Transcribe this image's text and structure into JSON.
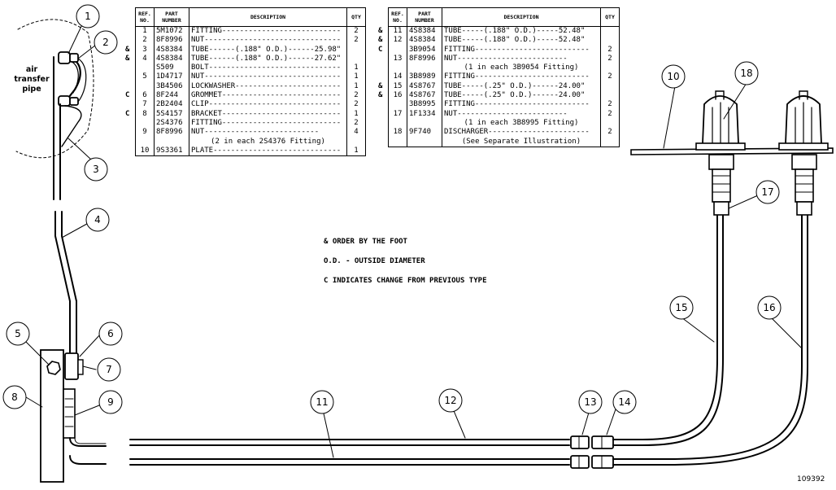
{
  "figure_number": "109392",
  "air_label": [
    "air",
    "transfer",
    "pipe"
  ],
  "table_headers": {
    "ref": "REF. NO.",
    "part": "PART NUMBER",
    "desc": "DESCRIPTION",
    "qty": "QTY"
  },
  "left_table": [
    {
      "mark": "",
      "ref": "1",
      "part": "5M1072",
      "desc": "FITTING---------------------------",
      "qty": "2"
    },
    {
      "mark": "",
      "ref": "2",
      "part": "8F8996",
      "desc": "NUT-------------------------------",
      "qty": "2"
    },
    {
      "mark": "&",
      "ref": "3",
      "part": "4S8384",
      "desc": "TUBE------(.188\" O.D.)------25.98\"",
      "qty": ""
    },
    {
      "mark": "&",
      "ref": "4",
      "part": "4S8384",
      "desc": "TUBE------(.188\" O.D.)------27.62\"",
      "qty": ""
    },
    {
      "mark": "",
      "ref": "",
      "part": "S509",
      "desc": "BOLT------------------------------",
      "qty": "1"
    },
    {
      "mark": "",
      "ref": "5",
      "part": "1D4717",
      "desc": "NUT-------------------------------",
      "qty": "1"
    },
    {
      "mark": "",
      "ref": "",
      "part": "3B4506",
      "desc": "LOCKWASHER------------------------",
      "qty": "1"
    },
    {
      "mark": "C",
      "ref": "6",
      "part": "8F244",
      "desc": "GROMMET---------------------------",
      "qty": "2"
    },
    {
      "mark": "",
      "ref": "7",
      "part": "2B2404",
      "desc": "CLIP------------------------------",
      "qty": "2"
    },
    {
      "mark": "C",
      "ref": "8",
      "part": "5S4157",
      "desc": "BRACKET---------------------------",
      "qty": "1"
    },
    {
      "mark": "",
      "ref": "",
      "part": "2S4376",
      "desc": "FITTING---------------------------",
      "qty": "2"
    },
    {
      "mark": "",
      "ref": "9",
      "part": "8F8996",
      "desc": "     NUT--------------------------",
      "qty": "4"
    },
    {
      "mark": "",
      "ref": "",
      "part": "",
      "desc": "(2 in each 2S4376 Fitting)",
      "qty": ""
    },
    {
      "mark": "",
      "ref": "10",
      "part": "9S3361",
      "desc": "PLATE-----------------------------",
      "qty": "1"
    }
  ],
  "right_table": [
    {
      "mark": "&",
      "ref": "11",
      "part": "4S8384",
      "desc": "TUBE-----(.188\" O.D.)-----52.48\"",
      "qty": ""
    },
    {
      "mark": "&",
      "ref": "12",
      "part": "4S8384",
      "desc": "TUBE-----(.188\" O.D.)-----52.48\"",
      "qty": ""
    },
    {
      "mark": "C",
      "ref": "",
      "part": "3B9054",
      "desc": "FITTING--------------------------",
      "qty": "2"
    },
    {
      "mark": "",
      "ref": "13",
      "part": "8F8996",
      "desc": "     NUT-------------------------",
      "qty": "2"
    },
    {
      "mark": "",
      "ref": "",
      "part": "",
      "desc": "(1 in each 3B9054 Fitting)",
      "qty": ""
    },
    {
      "mark": "",
      "ref": "14",
      "part": "3B8989",
      "desc": "FITTING--------------------------",
      "qty": "2"
    },
    {
      "mark": "&",
      "ref": "15",
      "part": "4S8767",
      "desc": "TUBE-----(.25\" O.D.)------24.00\"",
      "qty": ""
    },
    {
      "mark": "&",
      "ref": "16",
      "part": "4S8767",
      "desc": "TUBE-----(.25\" O.D.)------24.00\"",
      "qty": ""
    },
    {
      "mark": "",
      "ref": "",
      "part": "3B8995",
      "desc": "FITTING--------------------------",
      "qty": "2"
    },
    {
      "mark": "",
      "ref": "17",
      "part": "1F1334",
      "desc": "     NUT-------------------------",
      "qty": "2"
    },
    {
      "mark": "",
      "ref": "",
      "part": "",
      "desc": "(1 in each 3B8995 Fitting)",
      "qty": ""
    },
    {
      "mark": "",
      "ref": "18",
      "part": "9F740",
      "desc": "DISCHARGER-----------------------",
      "qty": "2"
    },
    {
      "mark": "",
      "ref": "",
      "part": "",
      "desc": "(See Separate Illustration)",
      "qty": ""
    }
  ],
  "notes": [
    "& ORDER BY THE FOOT",
    "O.D. - OUTSIDE DIAMETER",
    "C INDICATES CHANGE FROM PREVIOUS TYPE"
  ],
  "callouts": [
    "1",
    "2",
    "3",
    "4",
    "5",
    "6",
    "7",
    "8",
    "9",
    "10",
    "11",
    "12",
    "13",
    "14",
    "15",
    "16",
    "17",
    "18"
  ]
}
